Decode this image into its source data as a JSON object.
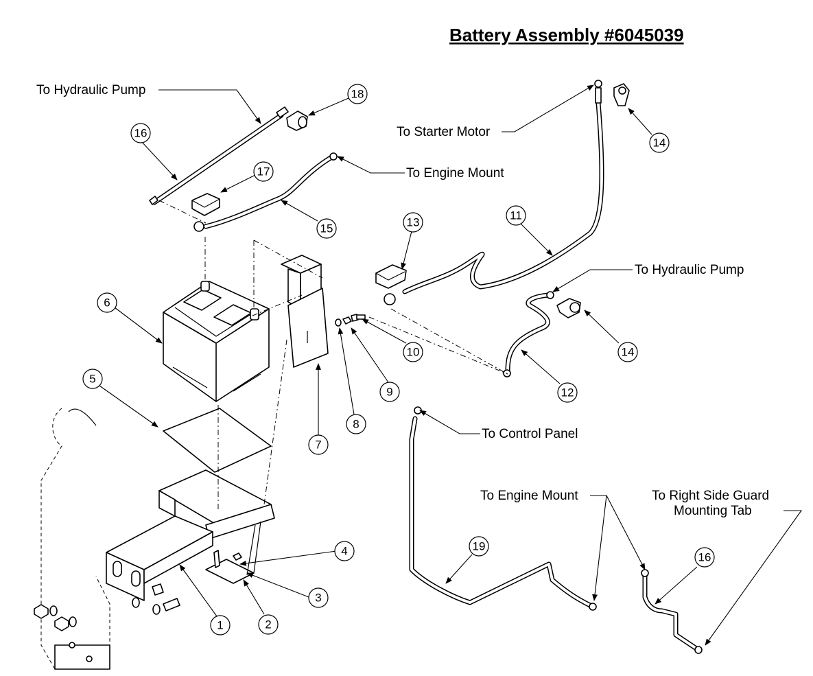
{
  "title": "Battery Assembly #6045039",
  "labels": {
    "hyd_pump_top": "To Hydraulic Pump",
    "engine_mount_top": "To Engine Mount",
    "starter_motor": "To Starter Motor",
    "hyd_pump_right": "To Hydraulic Pump",
    "control_panel": "To Control Panel",
    "engine_mount_bottom": "To Engine Mount",
    "right_guard_line1": "To Right Side Guard",
    "right_guard_line2": "Mounting Tab"
  },
  "balloons": {
    "b1": "1",
    "b2": "2",
    "b3": "3",
    "b4": "4",
    "b5": "5",
    "b6": "6",
    "b7": "7",
    "b8": "8",
    "b9": "9",
    "b10": "10",
    "b11": "11",
    "b12": "12",
    "b13": "13",
    "b14a": "14",
    "b14b": "14",
    "b15": "15",
    "b16a": "16",
    "b16b": "16",
    "b17": "17",
    "b18": "18",
    "b19": "19"
  }
}
